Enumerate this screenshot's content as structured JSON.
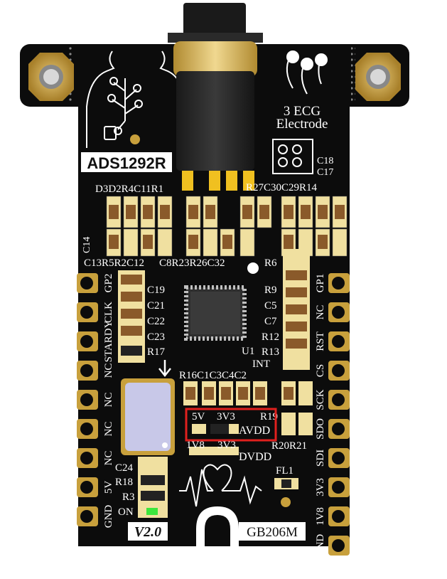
{
  "board": {
    "chip_name": "ADS1292R",
    "electrode_line1": "3 ECG",
    "electrode_line2": "Electrode",
    "version": "V2.0",
    "model": "GB206M",
    "on_label": "ON",
    "ic_label": "U1",
    "int_label": "INT",
    "fl_label": "FL1",
    "colors": {
      "pcb": "#0c0c0c",
      "gold": "#c8a03c",
      "silk": "#ffffff",
      "highlight": "#e0201e",
      "led": "#3ce63c",
      "crystal": "#c8c8e8"
    }
  },
  "designators": {
    "top_left_row": "D3D2R4C11R1",
    "top_right_row": "R27C30C29R14",
    "c18": "C18",
    "c17": "C17",
    "c14": "C14",
    "mid_left_row": "C13R5R2C12",
    "mid_right_row": "C8R23R26C32",
    "r6": "R6",
    "left_col": [
      "C19",
      "C21",
      "C22",
      "C23",
      "R17"
    ],
    "right_col": [
      "R9",
      "C5",
      "C7",
      "R12",
      "R13"
    ],
    "lower_row": "R16C1C3C4C2",
    "r19": "R19",
    "r20r21": "R20R21",
    "bottom_left": [
      "C24",
      "R18",
      "R3"
    ]
  },
  "jumpers": {
    "avdd": {
      "left": "5V",
      "right": "3V3",
      "name": "AVDD"
    },
    "dvdd": {
      "left": "1V8",
      "right": "3V3",
      "name": "DVDD"
    }
  },
  "pins_left": [
    "GP2",
    "CLK",
    "STARDY",
    "NC",
    "NC",
    "NC",
    "NC",
    "5V",
    "GND"
  ],
  "pins_right": [
    "GP1",
    "NC",
    "RST",
    "CS",
    "SCK",
    "SDO",
    "SDI",
    "3V3",
    "1V8",
    "GND"
  ]
}
